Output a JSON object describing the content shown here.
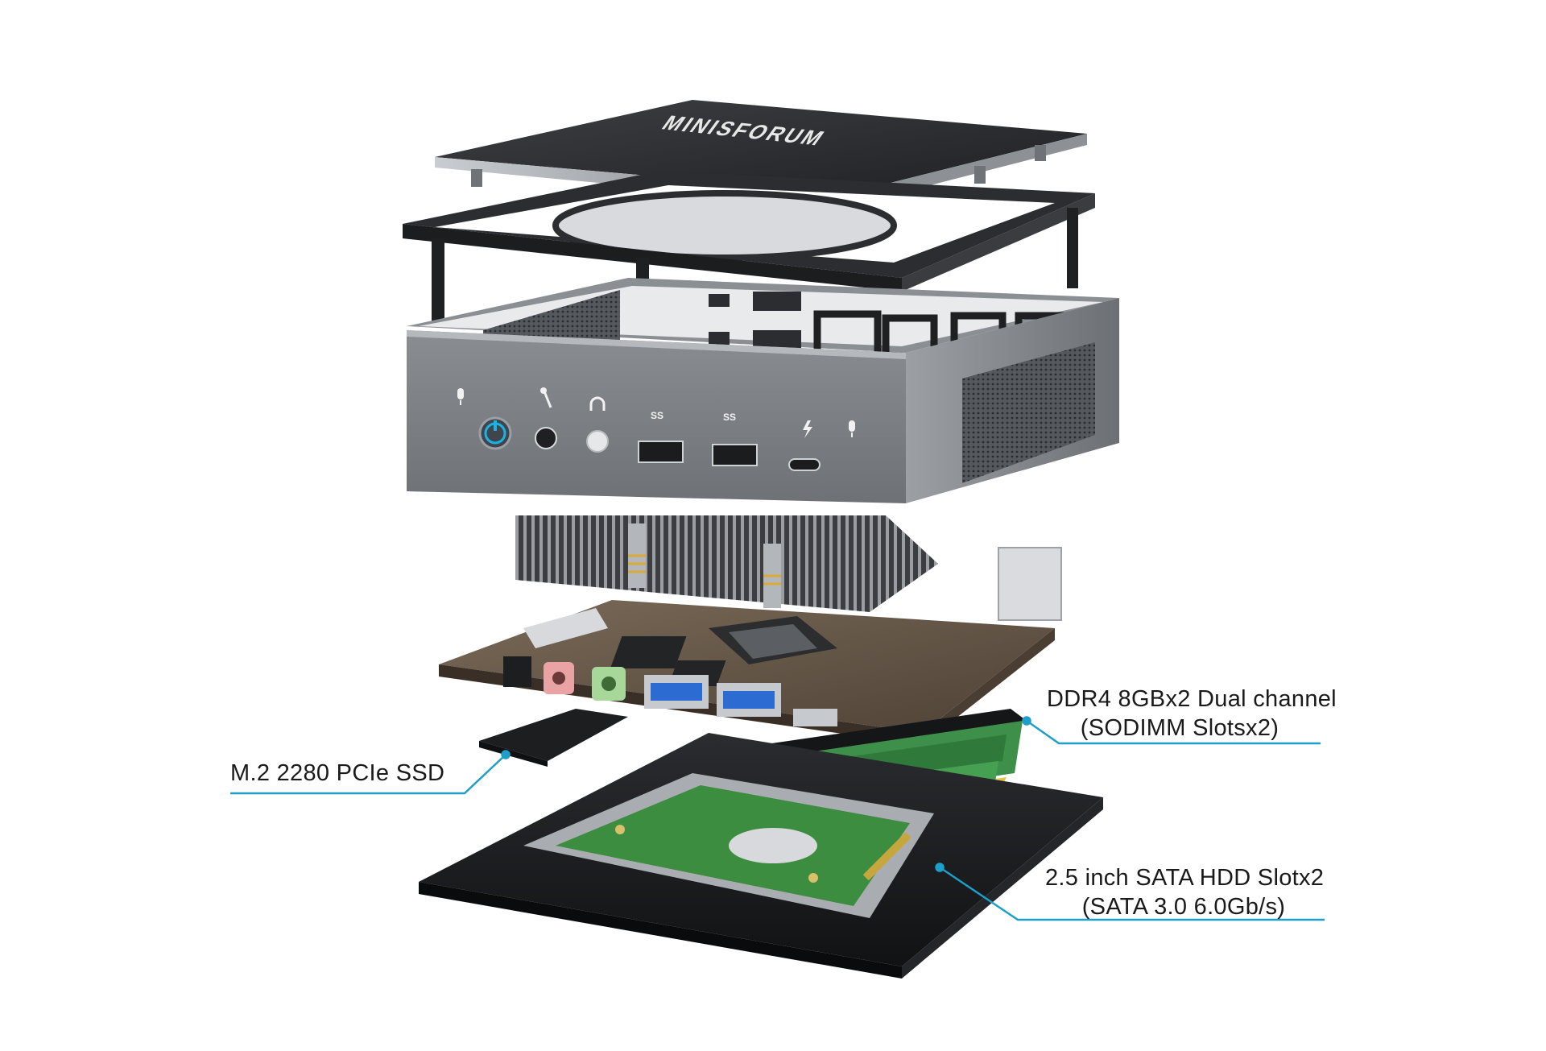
{
  "brand": "MINISFORUM",
  "callouts": {
    "ddr": {
      "line1": "DDR4 8GBx2 Dual channel",
      "line2": "(SODIMM Slotsx2)"
    },
    "ssd": {
      "line1": "M.2 2280 PCIe SSD"
    },
    "hdd": {
      "line1": "2.5 inch SATA HDD Slotx2",
      "line2": "(SATA 3.0 6.0Gb/s)"
    }
  },
  "front_port_icons": [
    "mic-icon",
    "mic-jack-icon",
    "headphone-icon",
    "usb-ss-icon",
    "usb-ss-icon",
    "thunderbolt-icon",
    "mic-icon"
  ],
  "usb_icon_text": "SS",
  "colors": {
    "callout_line": "#1e9fc9",
    "power_led": "#1ab3e8",
    "chassis": "#5a5e63",
    "pcb": "#6b5a4a",
    "hdd_pcb": "#3a8a3a"
  }
}
